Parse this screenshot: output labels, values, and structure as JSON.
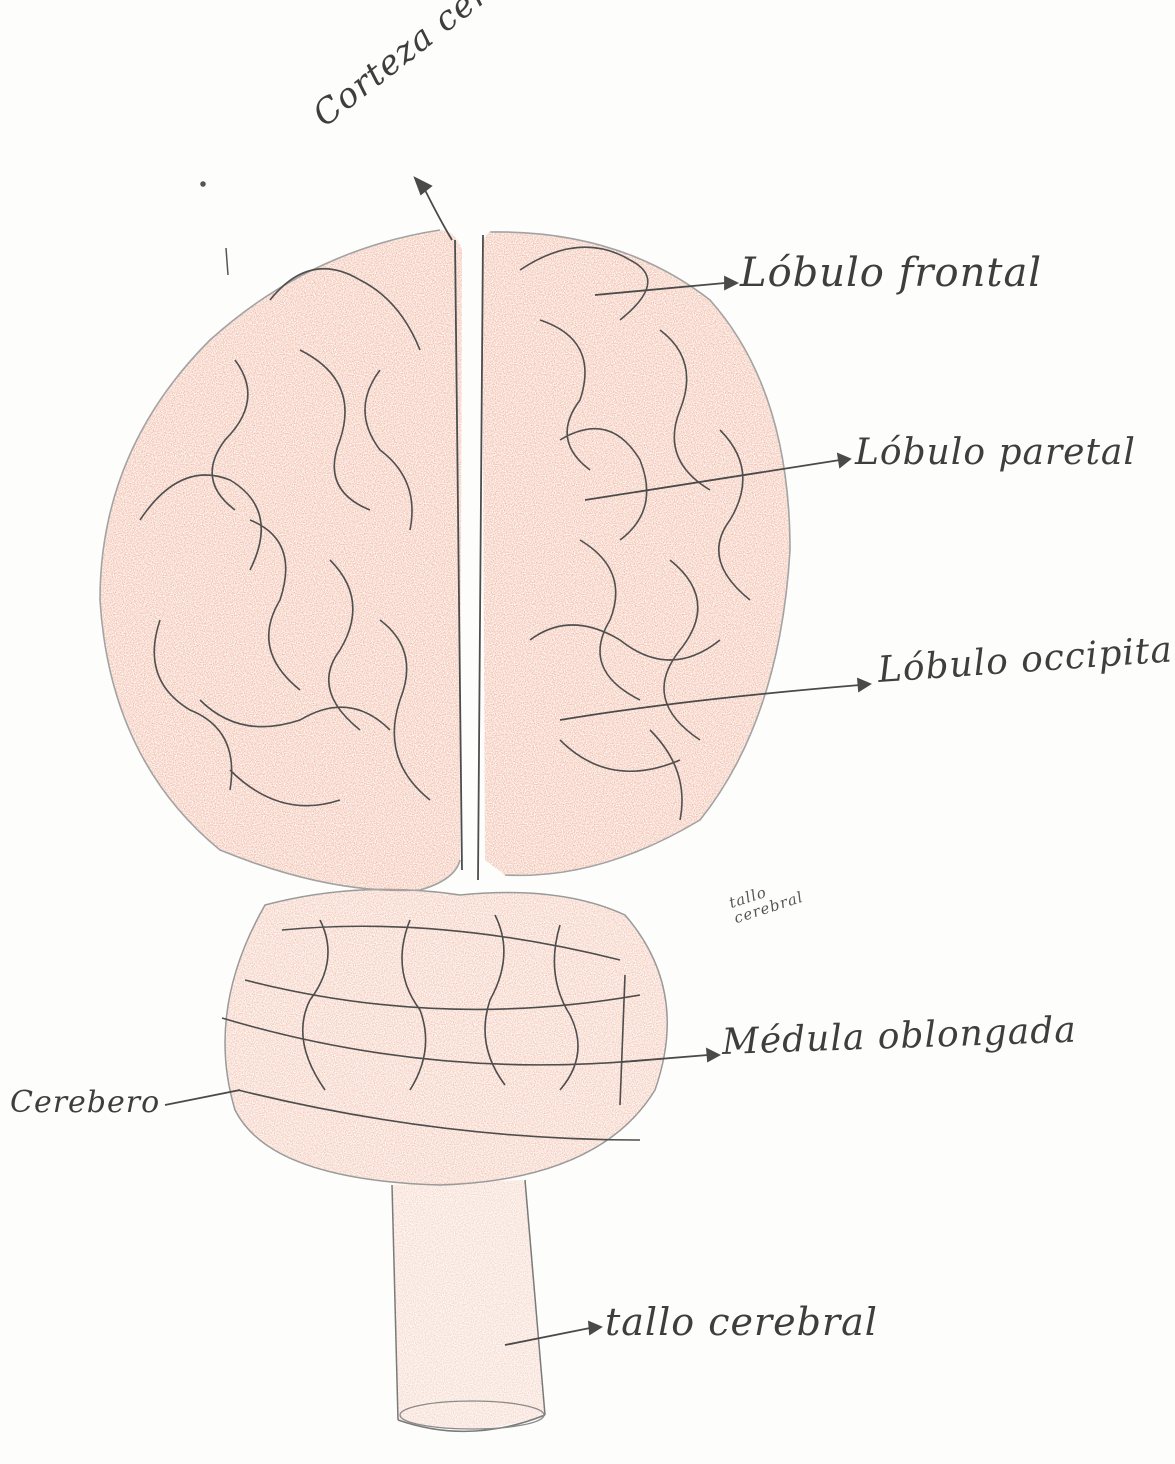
{
  "labels": {
    "cortex": "Corteza cerebral",
    "frontal": "Lóbulo frontal",
    "parietal": "Lóbulo paretal",
    "occipital": "Lóbulo occipital",
    "medula": "Médula oblongada",
    "cerebelo": "Cerebero",
    "tallo": "tallo cerebral",
    "scribble": "tallo\ncerebral"
  },
  "colors": {
    "shading": "#ec8a6a",
    "shading_dark": "#e0623a",
    "pencil": "#5a5a5a",
    "paper": "#fdfdfc"
  }
}
